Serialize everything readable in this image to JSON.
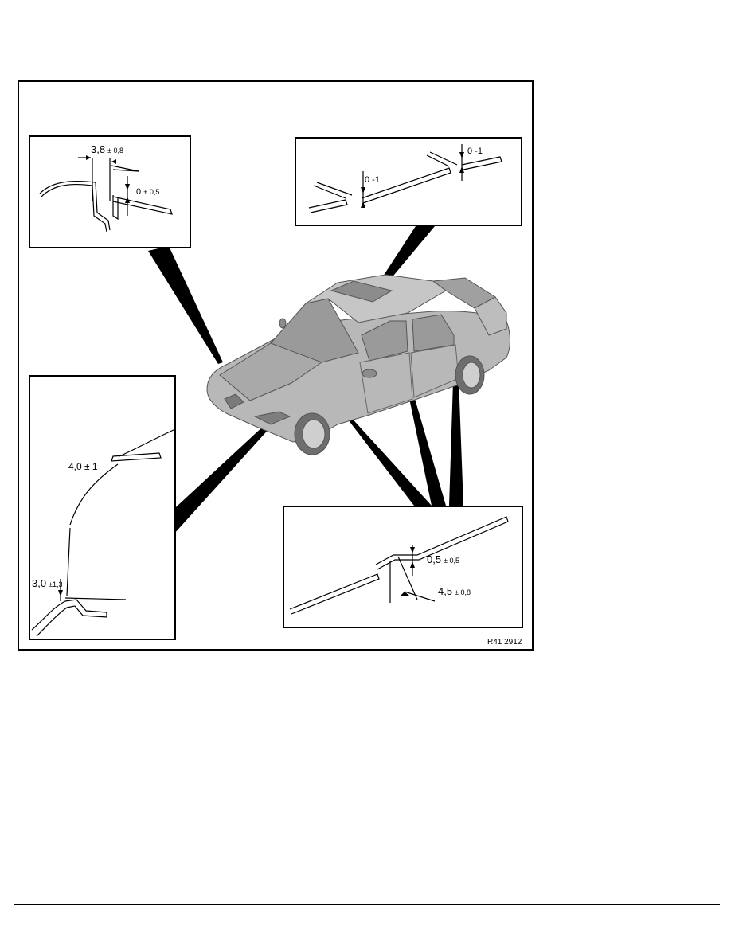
{
  "figure": {
    "code": "R41 2912",
    "details": {
      "top_left": {
        "main": "3,8",
        "tol_main": "± 0,8",
        "secondary": "0",
        "tol_secondary": "+ 0,5"
      },
      "top_right": {
        "left": "0 -1",
        "right": "0 -1"
      },
      "bottom_left": {
        "upper": "4,0 ± 1",
        "lower_main": "3,0",
        "lower_tol": "±1,3"
      },
      "bottom_right": {
        "gap_main": "0,5",
        "gap_tol": "± 0,5",
        "width_main": "4,5",
        "width_tol": "± 0,8"
      }
    }
  },
  "colors": {
    "line": "#000000",
    "car_body": "#b8b8b8",
    "car_shade": "#8c8c8c",
    "glass": "#9a9a9a"
  }
}
